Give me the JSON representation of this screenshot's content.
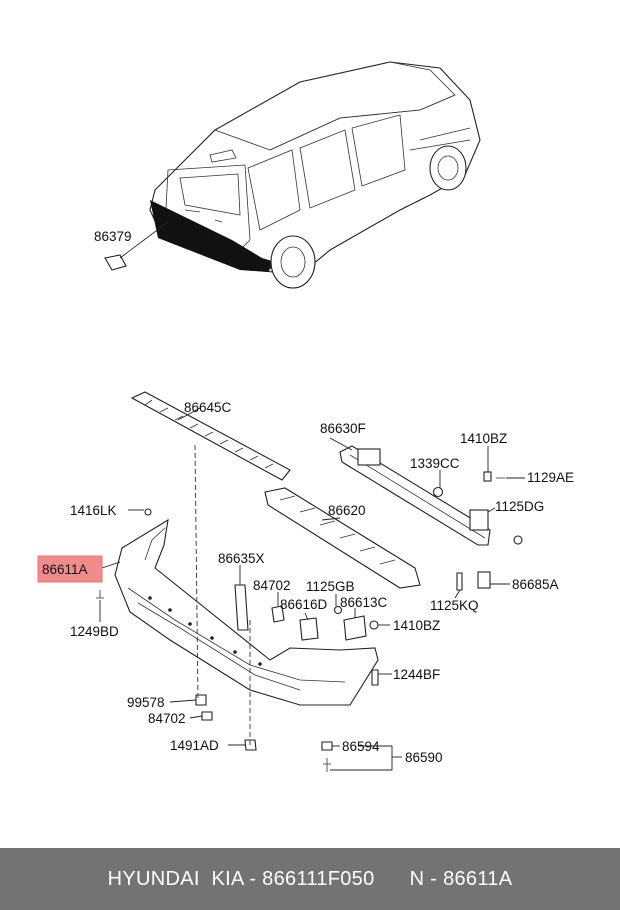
{
  "callouts": {
    "c86379": "86379",
    "c86645C": "86645C",
    "c86630F": "86630F",
    "c1410BZ_top": "1410BZ",
    "c1339CC": "1339CC",
    "c1129AE": "1129AE",
    "c1416LK": "1416LK",
    "c86620": "86620",
    "c1125DG": "1125DG",
    "c86611A": "86611A",
    "c86635X": "86635X",
    "c84702_a": "84702",
    "c1125GB": "1125GB",
    "c86685A": "86685A",
    "c86616D": "86616D",
    "c86613C": "86613C",
    "c1125KQ": "1125KQ",
    "c1249BD": "1249BD",
    "c1410BZ_low": "1410BZ",
    "c1244BF": "1244BF",
    "c99578": "99578",
    "c84702_b": "84702",
    "c1491AD": "1491AD",
    "c86594": "86594",
    "c86590": "86590"
  },
  "highlight_color": "#f28b8b",
  "footer_text": "HYUNDAI  KIA - 866111F050      N - 86611A"
}
